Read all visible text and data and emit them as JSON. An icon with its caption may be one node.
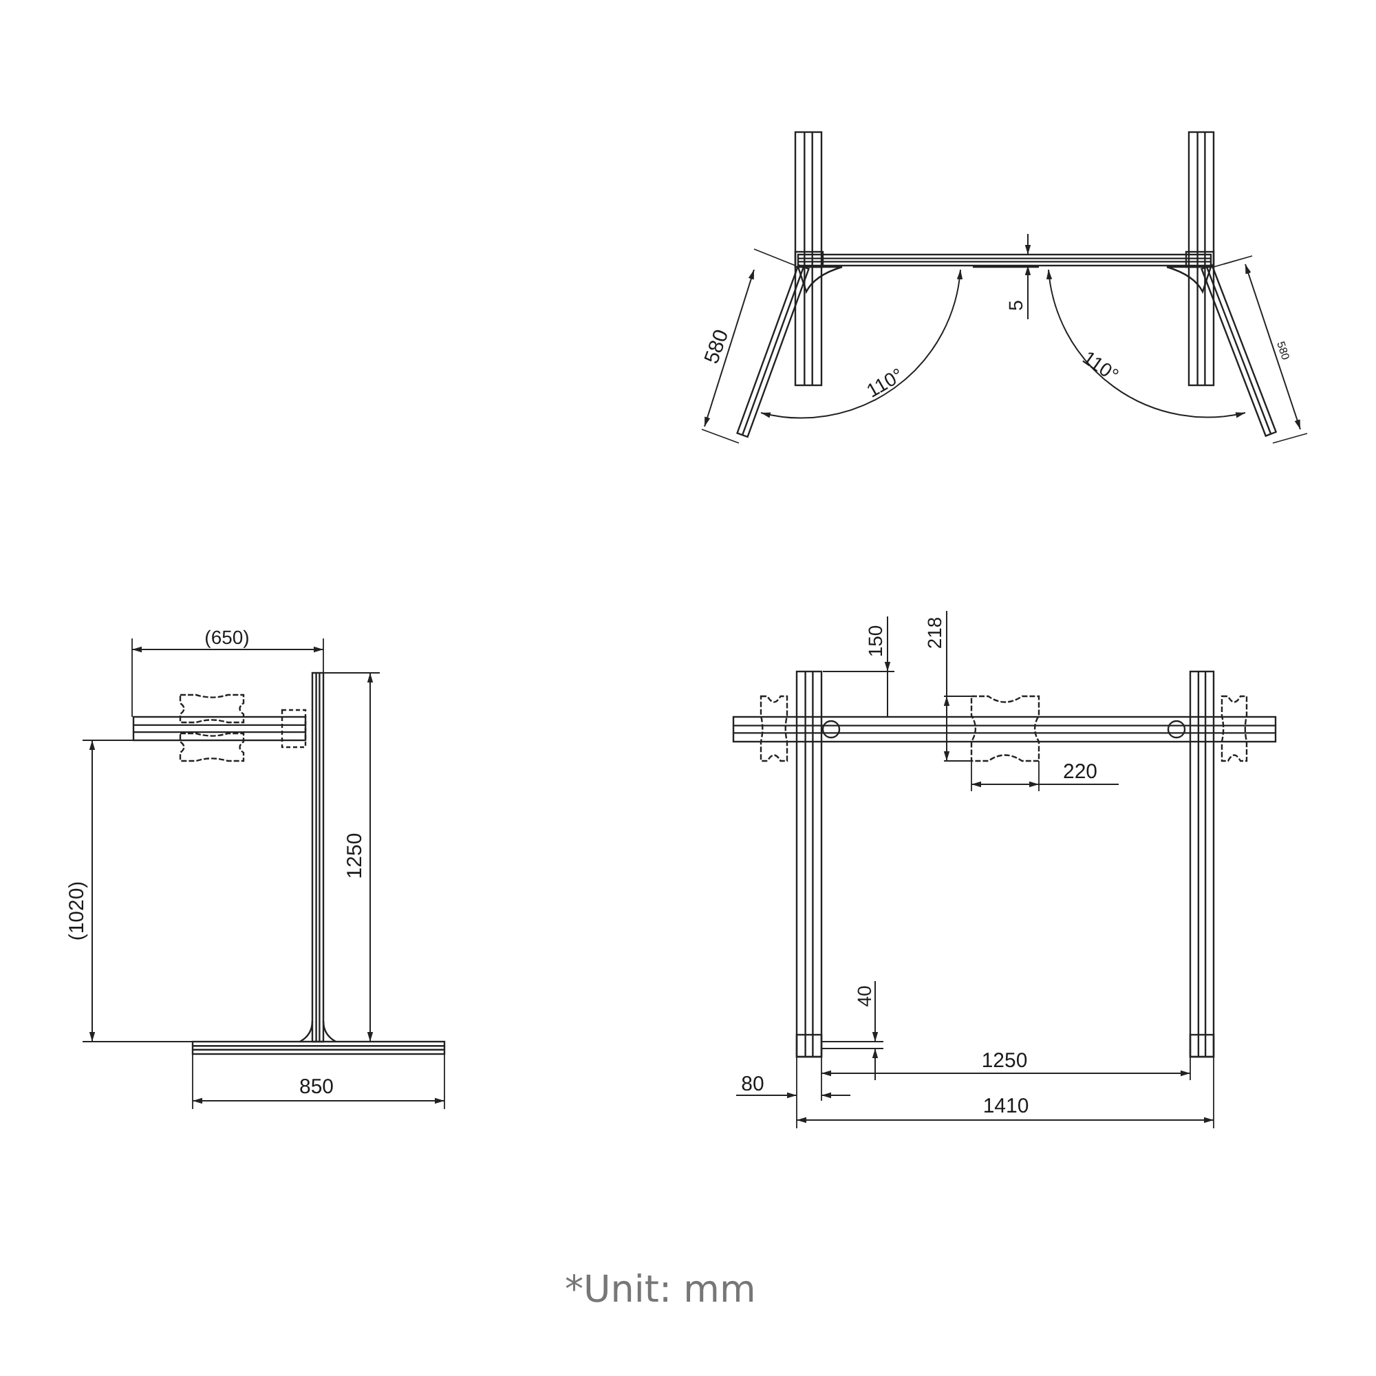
{
  "diagram": {
    "caption": "*Unit: mm",
    "labels": [
      "580",
      "5",
      "110°",
      "110°",
      "580",
      "(650)",
      "1250",
      "(1020)",
      "850",
      "150",
      "218",
      "220",
      "40",
      "1250",
      "80",
      "1410"
    ]
  }
}
